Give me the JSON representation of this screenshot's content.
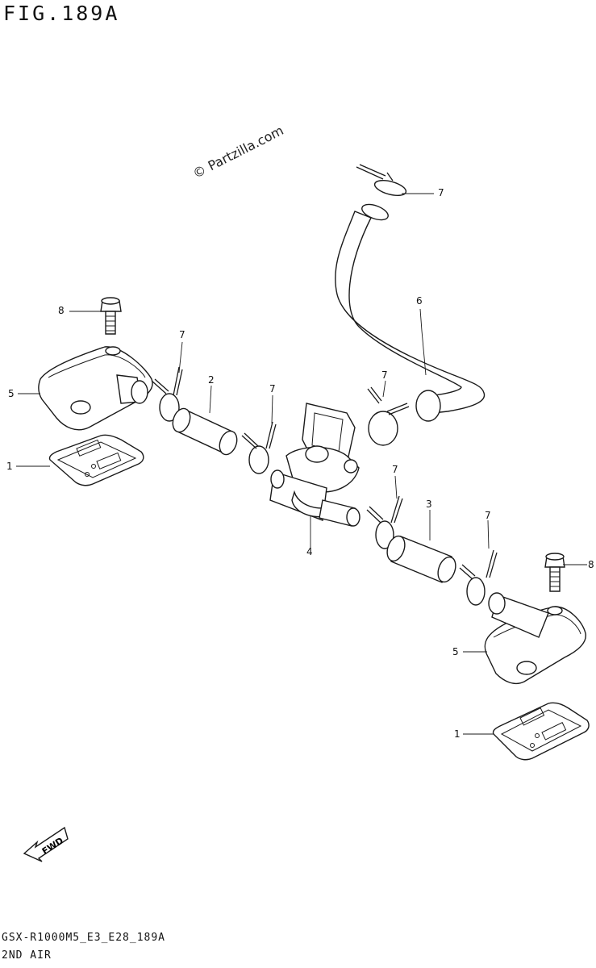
{
  "header": {
    "figure_title": "FIG.189A"
  },
  "watermark": {
    "text": "© Partzilla.com"
  },
  "footer": {
    "model_code": "GSX-R1000M5_E3_E28_189A",
    "section_name": "2ND AIR"
  },
  "fwd_arrow": {
    "label": "FWD"
  },
  "callouts": {
    "plate_left": "1",
    "plate_right": "1",
    "hose_middle_left": "2",
    "hose_middle_right": "3",
    "valve": "4",
    "cover_left": "5",
    "cover_right": "5",
    "hose_long": "6",
    "clamp_top": "7",
    "clamp_left": "7",
    "clamp_center": "7",
    "clamp_hose6": "7",
    "clamp_valve_right": "7",
    "clamp_right": "7",
    "bolt_left": "8",
    "bolt_right": "8"
  }
}
